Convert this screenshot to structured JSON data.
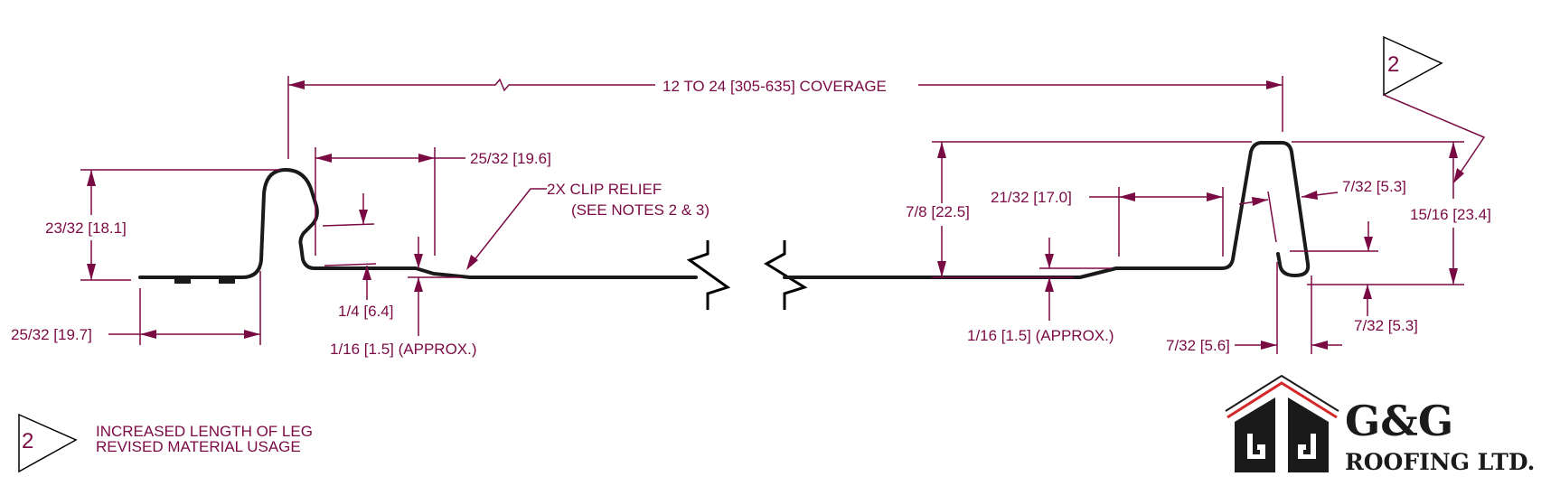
{
  "drawing": {
    "coverage_label": "12 TO 24 [305-635] COVERAGE",
    "left_profile": {
      "seam_height": "23/32 [18.1]",
      "base_width": "25/32 [19.7]",
      "flat_width": "25/32 [19.6]",
      "clip_relief_line1": "2X CLIP RELIEF",
      "clip_relief_line2": "(SEE NOTES 2 & 3)",
      "offset_quarter": "1/4 [6.4]",
      "relief_depth": "1/16 [1.5] (APPROX.)"
    },
    "right_profile": {
      "rib_height": "7/8 [22.5]",
      "flat_width": "21/32 [17.0]",
      "relief_depth": "1/16 [1.5] (APPROX.)",
      "hook_gap": "7/32 [5.3]",
      "total_height": "15/16 [23.4]",
      "hook_bottom": "7/32 [5.3]",
      "hook_width": "7/32 [5.6]"
    },
    "revision_flag_number": "2"
  },
  "notes": {
    "flag_number": "2",
    "line1": "INCREASED LENGTH OF LEG",
    "line2": "REVISED MATERIAL USAGE"
  },
  "logo": {
    "name": "G&G",
    "subtitle": "ROOFING LTD.",
    "accent_color": "#d62828",
    "dimension_color": "#7a0a44"
  }
}
